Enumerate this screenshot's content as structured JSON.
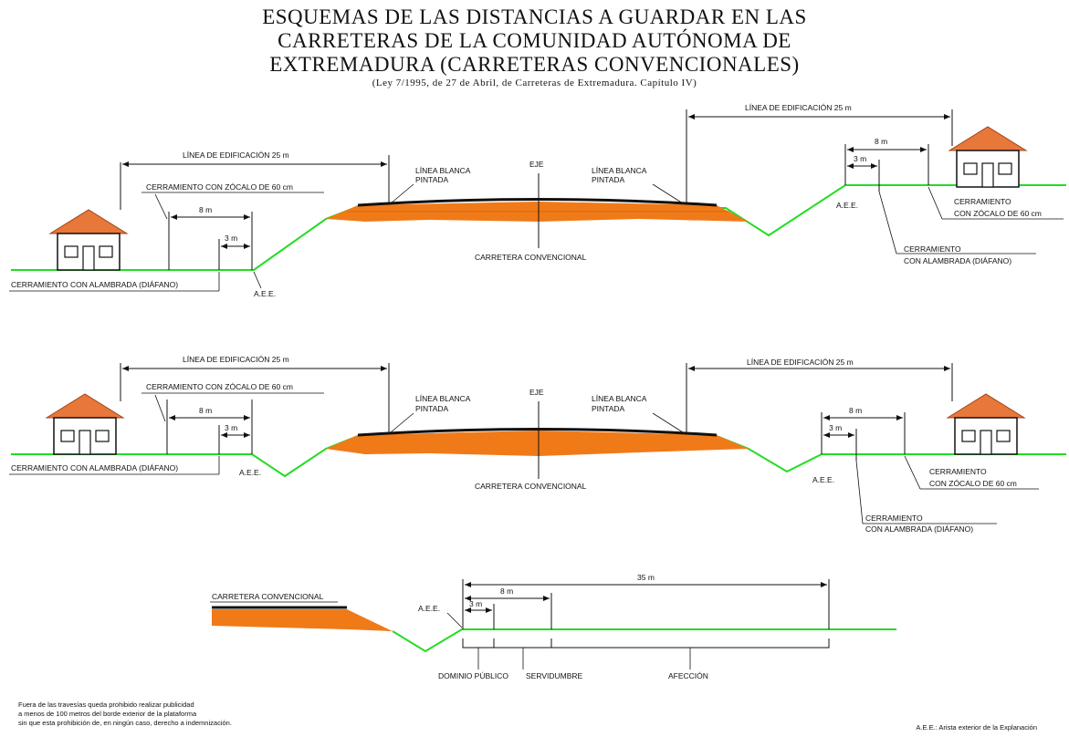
{
  "title": {
    "line1": "ESQUEMAS DE LAS DISTANCIAS A GUARDAR EN LAS",
    "line2": "CARRETERAS DE LA COMUNIDAD AUTÓNOMA DE",
    "line3": "EXTREMADURA (CARRETERAS CONVENCIONALES)",
    "subtitle": "(Ley 7/1995, de 27 de Abril, de Carreteras de Extremadura. Capítulo IV)"
  },
  "labels": {
    "linea_edificacion": "LÍNEA DE EDIFICACIÓN 25 m",
    "cerramiento_zocalo": "CERRAMIENTO CON ZÓCALO DE 60 cm",
    "cerramiento_alambrada": "CERRAMIENTO CON ALAMBRADA (DIÁFANO)",
    "cerramiento": "CERRAMIENTO",
    "con_zocalo": "CON ZÓCALO DE 60 cm",
    "con_alambrada": "CON ALAMBRADA (DIÁFANO)",
    "linea_blanca": "LÍNEA BLANCA",
    "pintada": "PINTADA",
    "eje": "EJE",
    "carretera": "CARRETERA CONVENCIONAL",
    "aee": "A.E.E.",
    "d8": "8 m",
    "d3": "3 m",
    "d35": "35 m",
    "dominio": "DOMINIO PÚBLICO",
    "servidumbre": "SERVIDUMBRE",
    "afeccion": "AFECCIÓN"
  },
  "footnote": {
    "line1": "Fuera de las travesías queda prohibido realizar publicidad",
    "line2": "a menos de 100 metros del borde exterior de la plataforma",
    "line3": "sin que esta prohibición de, en ningún caso, derecho a indemnización."
  },
  "legend": "A.E.E.: Arista exterior de la Explanación",
  "colors": {
    "ground": "#22dd22",
    "fill": "#f07a18",
    "roof": "#e8773a",
    "line": "#111111"
  }
}
